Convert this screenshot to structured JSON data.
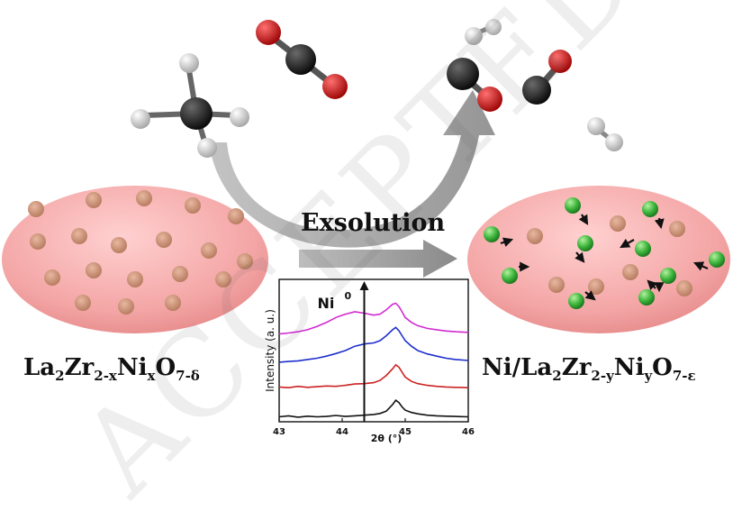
{
  "watermark": "ACCEPTED",
  "process_label": "Exsolution",
  "left_formula": {
    "p1": "La",
    "s1": "2",
    "p2": "Zr",
    "s2": "2-x",
    "p3": "Ni",
    "s3": "x",
    "p4": "O",
    "s4": "7-δ"
  },
  "right_formula": {
    "p1": "Ni/La",
    "s1": "2",
    "p2": "Zr",
    "s2": "2-y",
    "p3": "Ni",
    "s3": "y",
    "p4": "O",
    "s4": "7-ε"
  },
  "molecules": {
    "reactants": [
      "methane",
      "carbon-dioxide"
    ],
    "products": [
      "hydrogen",
      "carbon-monoxide",
      "carbon-monoxide",
      "hydrogen"
    ]
  },
  "colors": {
    "particle_pink": "#f4a6a6",
    "lanthanum_dot": "#c88a6e",
    "nickel_green": "#3cb53c",
    "arrow_gray": "#9a9a9a",
    "carbon_black": "#1c1c1c",
    "oxygen_red": "#d01414",
    "hydrogen_white": "#eeeeee"
  },
  "chart_data": {
    "type": "line",
    "ylabel": "Intensity (a. u.)",
    "xlabel": "2θ (°)",
    "xlim": [
      43,
      46
    ],
    "x_ticks": [
      "43",
      "44",
      "45",
      "46"
    ],
    "marker": {
      "label": "Ni",
      "superscript": "0",
      "x": 44.35
    },
    "series_colors": [
      "#111111",
      "#cc2222",
      "#1f2fcc",
      "#d22ad2"
    ],
    "x": [
      43.0,
      43.15,
      43.3,
      43.45,
      43.6,
      43.75,
      43.9,
      44.05,
      44.2,
      44.35,
      44.5,
      44.6,
      44.7,
      44.8,
      44.85,
      44.9,
      44.95,
      45.0,
      45.1,
      45.2,
      45.35,
      45.5,
      45.65,
      45.8,
      46.0
    ],
    "series": [
      {
        "values": [
          0.05,
          0.08,
          0.04,
          0.07,
          0.05,
          0.06,
          0.09,
          0.06,
          0.08,
          0.1,
          0.12,
          0.15,
          0.22,
          0.42,
          0.55,
          0.48,
          0.35,
          0.25,
          0.18,
          0.14,
          0.1,
          0.08,
          0.07,
          0.06,
          0.05
        ]
      },
      {
        "values": [
          0.95,
          0.93,
          0.97,
          0.94,
          0.96,
          0.98,
          0.97,
          1.0,
          1.04,
          1.05,
          1.08,
          1.15,
          1.3,
          1.5,
          1.62,
          1.55,
          1.4,
          1.25,
          1.12,
          1.05,
          1.0,
          0.97,
          0.95,
          0.94,
          0.93
        ]
      },
      {
        "values": [
          1.7,
          1.72,
          1.74,
          1.78,
          1.82,
          1.88,
          1.96,
          2.05,
          2.18,
          2.25,
          2.28,
          2.35,
          2.5,
          2.68,
          2.75,
          2.65,
          2.5,
          2.35,
          2.18,
          2.05,
          1.95,
          1.88,
          1.82,
          1.78,
          1.75
        ]
      },
      {
        "values": [
          2.55,
          2.58,
          2.62,
          2.68,
          2.78,
          2.9,
          3.05,
          3.15,
          3.22,
          3.18,
          3.12,
          3.15,
          3.28,
          3.45,
          3.48,
          3.38,
          3.22,
          3.05,
          2.9,
          2.8,
          2.72,
          2.68,
          2.64,
          2.62,
          2.6
        ]
      }
    ]
  }
}
